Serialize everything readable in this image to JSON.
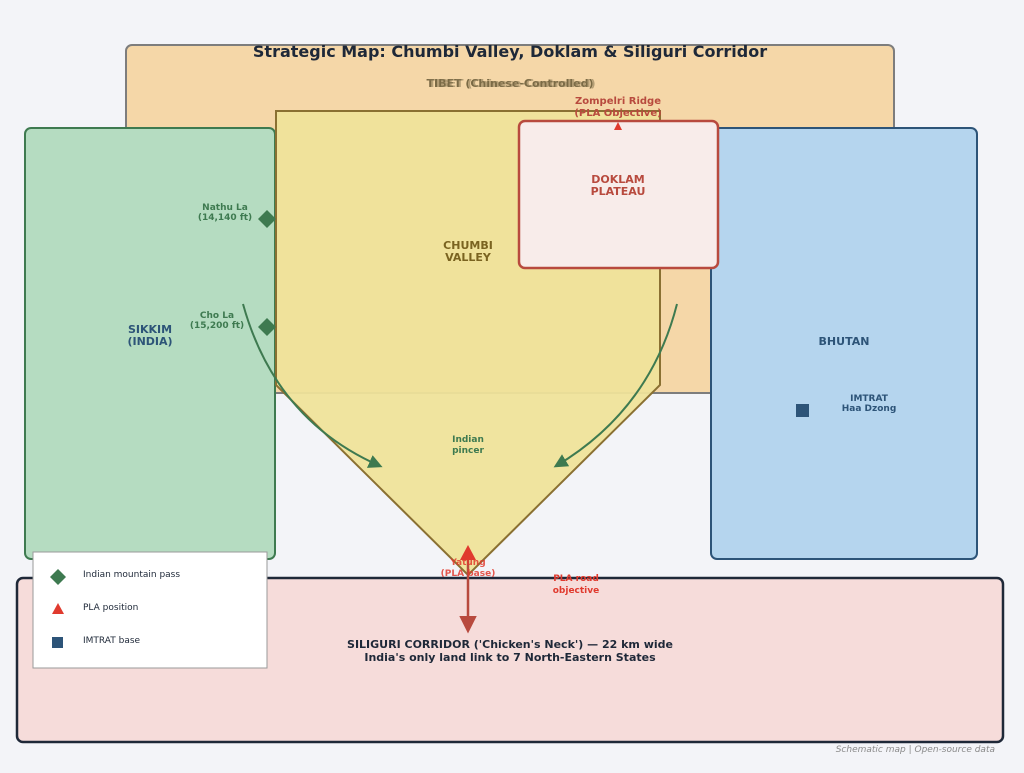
{
  "title": "Strategic Map: Chumbi Valley, Doklam & Siliguri Corridor",
  "colors": {
    "background": "#f3f4f8",
    "tibet_fill": "#f5d7a8",
    "sikkim_fill": "#b5dcc1",
    "sikkim_stroke": "#3e7a50",
    "chumbi_fill": "#efe39a",
    "chumbi_stroke": "#8a7032",
    "doklam_fill": "#f8ecea",
    "doklam_stroke": "#b84a3e",
    "bhutan_fill": "#b5d5ee",
    "bhutan_stroke": "#2d5478",
    "siliguri_fill": "#f6dcda",
    "siliguri_stroke": "#1e2838",
    "pass_marker": "#3e7a50",
    "pla_marker": "#e03a2e",
    "imtrat_marker": "#2d5478"
  },
  "regions": {
    "tibet": {
      "line1": "TIBET (Chinese-Controlled)",
      "line2": "TIBET (Chinese-Controlled)"
    },
    "sikkim": {
      "name": "SIKKIM",
      "country": "(INDIA)"
    },
    "chumbi": {
      "line1": "CHUMBI",
      "line2": "VALLEY"
    },
    "doklam": {
      "line1": "DOKLAM",
      "line2": "PLATEAU"
    },
    "bhutan": {
      "name": "BHUTAN"
    },
    "siliguri": {
      "line1": "SILIGURI CORRIDOR ('Chicken's Neck') — 22 km wide",
      "line2": "India's only land link to 7 North-Eastern States"
    }
  },
  "annotations": {
    "nathu_la": {
      "name": "Nathu La",
      "elevation": "(14,140 ft)"
    },
    "cho_la": {
      "name": "Cho La",
      "elevation": "(15,200 ft)"
    },
    "zompelri": {
      "name": "Zompelri Ridge",
      "note": "(PLA Objective)"
    },
    "imtrat": {
      "line1": "IMTRAT",
      "line2": "Haa Dzong"
    },
    "pincer": {
      "line1": "Indian",
      "line2": "pincer"
    },
    "yatung": {
      "name": "Yatung",
      "note": "(PLA base)"
    },
    "pla_road": {
      "line1": "PLA road",
      "line2": "objective"
    }
  },
  "legend": {
    "items": [
      {
        "label": "Indian mountain pass",
        "icon": "diamond-icon"
      },
      {
        "label": "PLA position",
        "icon": "triangle-icon"
      },
      {
        "label": "IMTRAT base",
        "icon": "square-icon"
      }
    ]
  },
  "footer": "Schematic map | Open-source data"
}
